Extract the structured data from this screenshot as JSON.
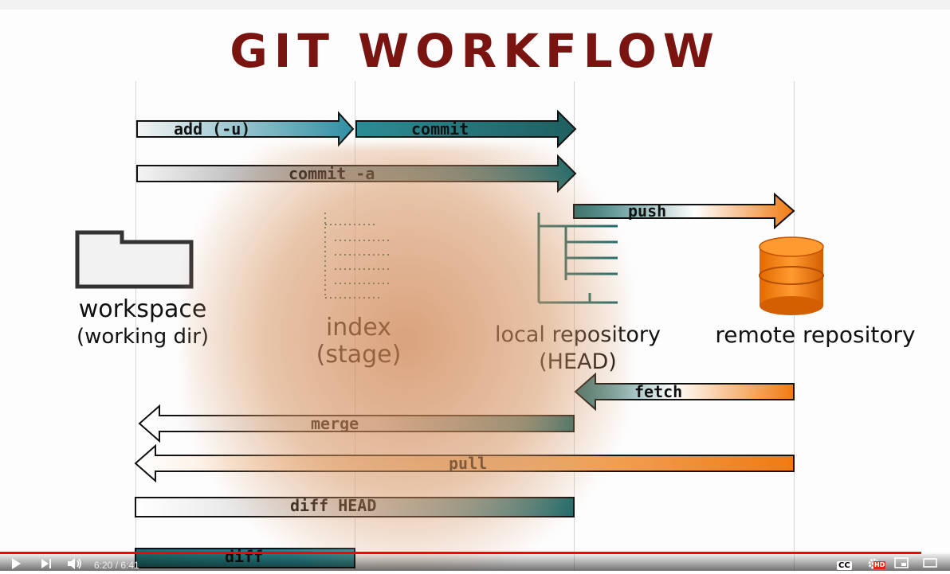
{
  "video": {
    "title": "GIT WORKFLOW",
    "time_display": "6:20 / 6:41",
    "progress": 0.97,
    "quality_badge": "HD",
    "cc_label": "CC"
  },
  "diagram": {
    "arrows": {
      "add": "add (-u)",
      "commit": "commit",
      "commit_a": "commit -a",
      "push": "push",
      "fetch": "fetch",
      "merge": "merge",
      "pull": "pull",
      "diff_head": "diff HEAD",
      "diff": "diff"
    },
    "locations": {
      "workspace_line1": "workspace",
      "workspace_line2": "(working dir)",
      "index_line1": "index",
      "index_line2": "(stage)",
      "local_line1": "local repository",
      "local_line2": "(HEAD)",
      "remote": "remote repository"
    }
  },
  "colors": {
    "title": "#7a1410",
    "teal": "#1f6b6b",
    "orange": "#f07a10",
    "progress": "#ff0000"
  },
  "icons": [
    "play-icon",
    "next-icon",
    "volume-icon",
    "cc-icon",
    "settings-icon",
    "miniplayer-icon",
    "theater-icon"
  ]
}
